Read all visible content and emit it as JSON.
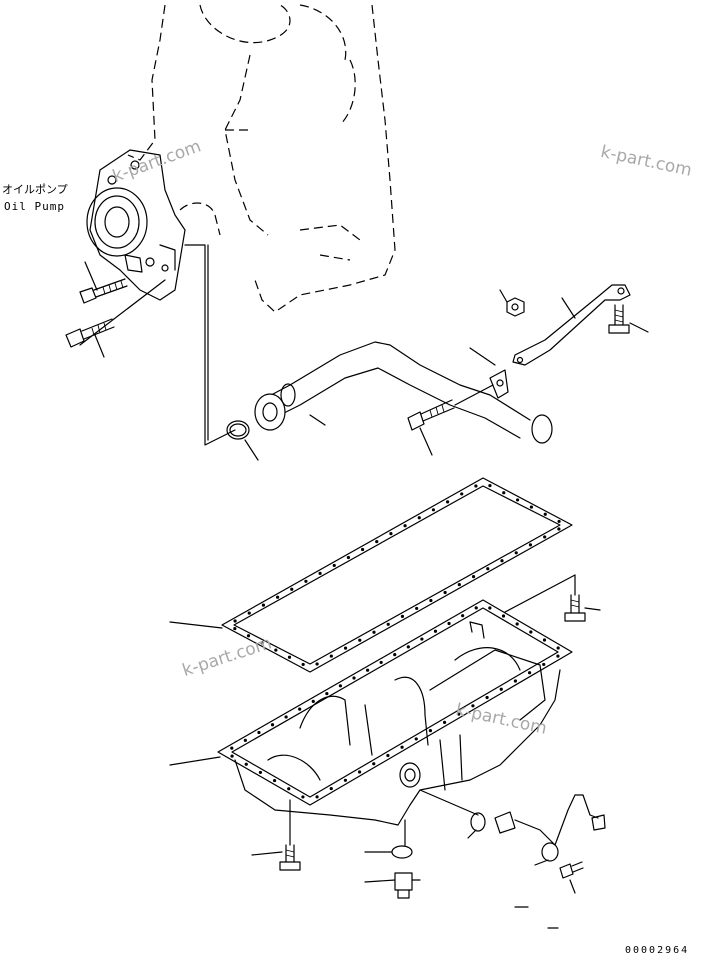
{
  "labels": {
    "oil_pump_jp": "オイルポンプ",
    "oil_pump_en": "Oil Pump",
    "drawing_number": "00002964"
  },
  "watermarks": [
    "k-part.com",
    "k-part.com",
    "k-part.com",
    "k-part.com"
  ]
}
